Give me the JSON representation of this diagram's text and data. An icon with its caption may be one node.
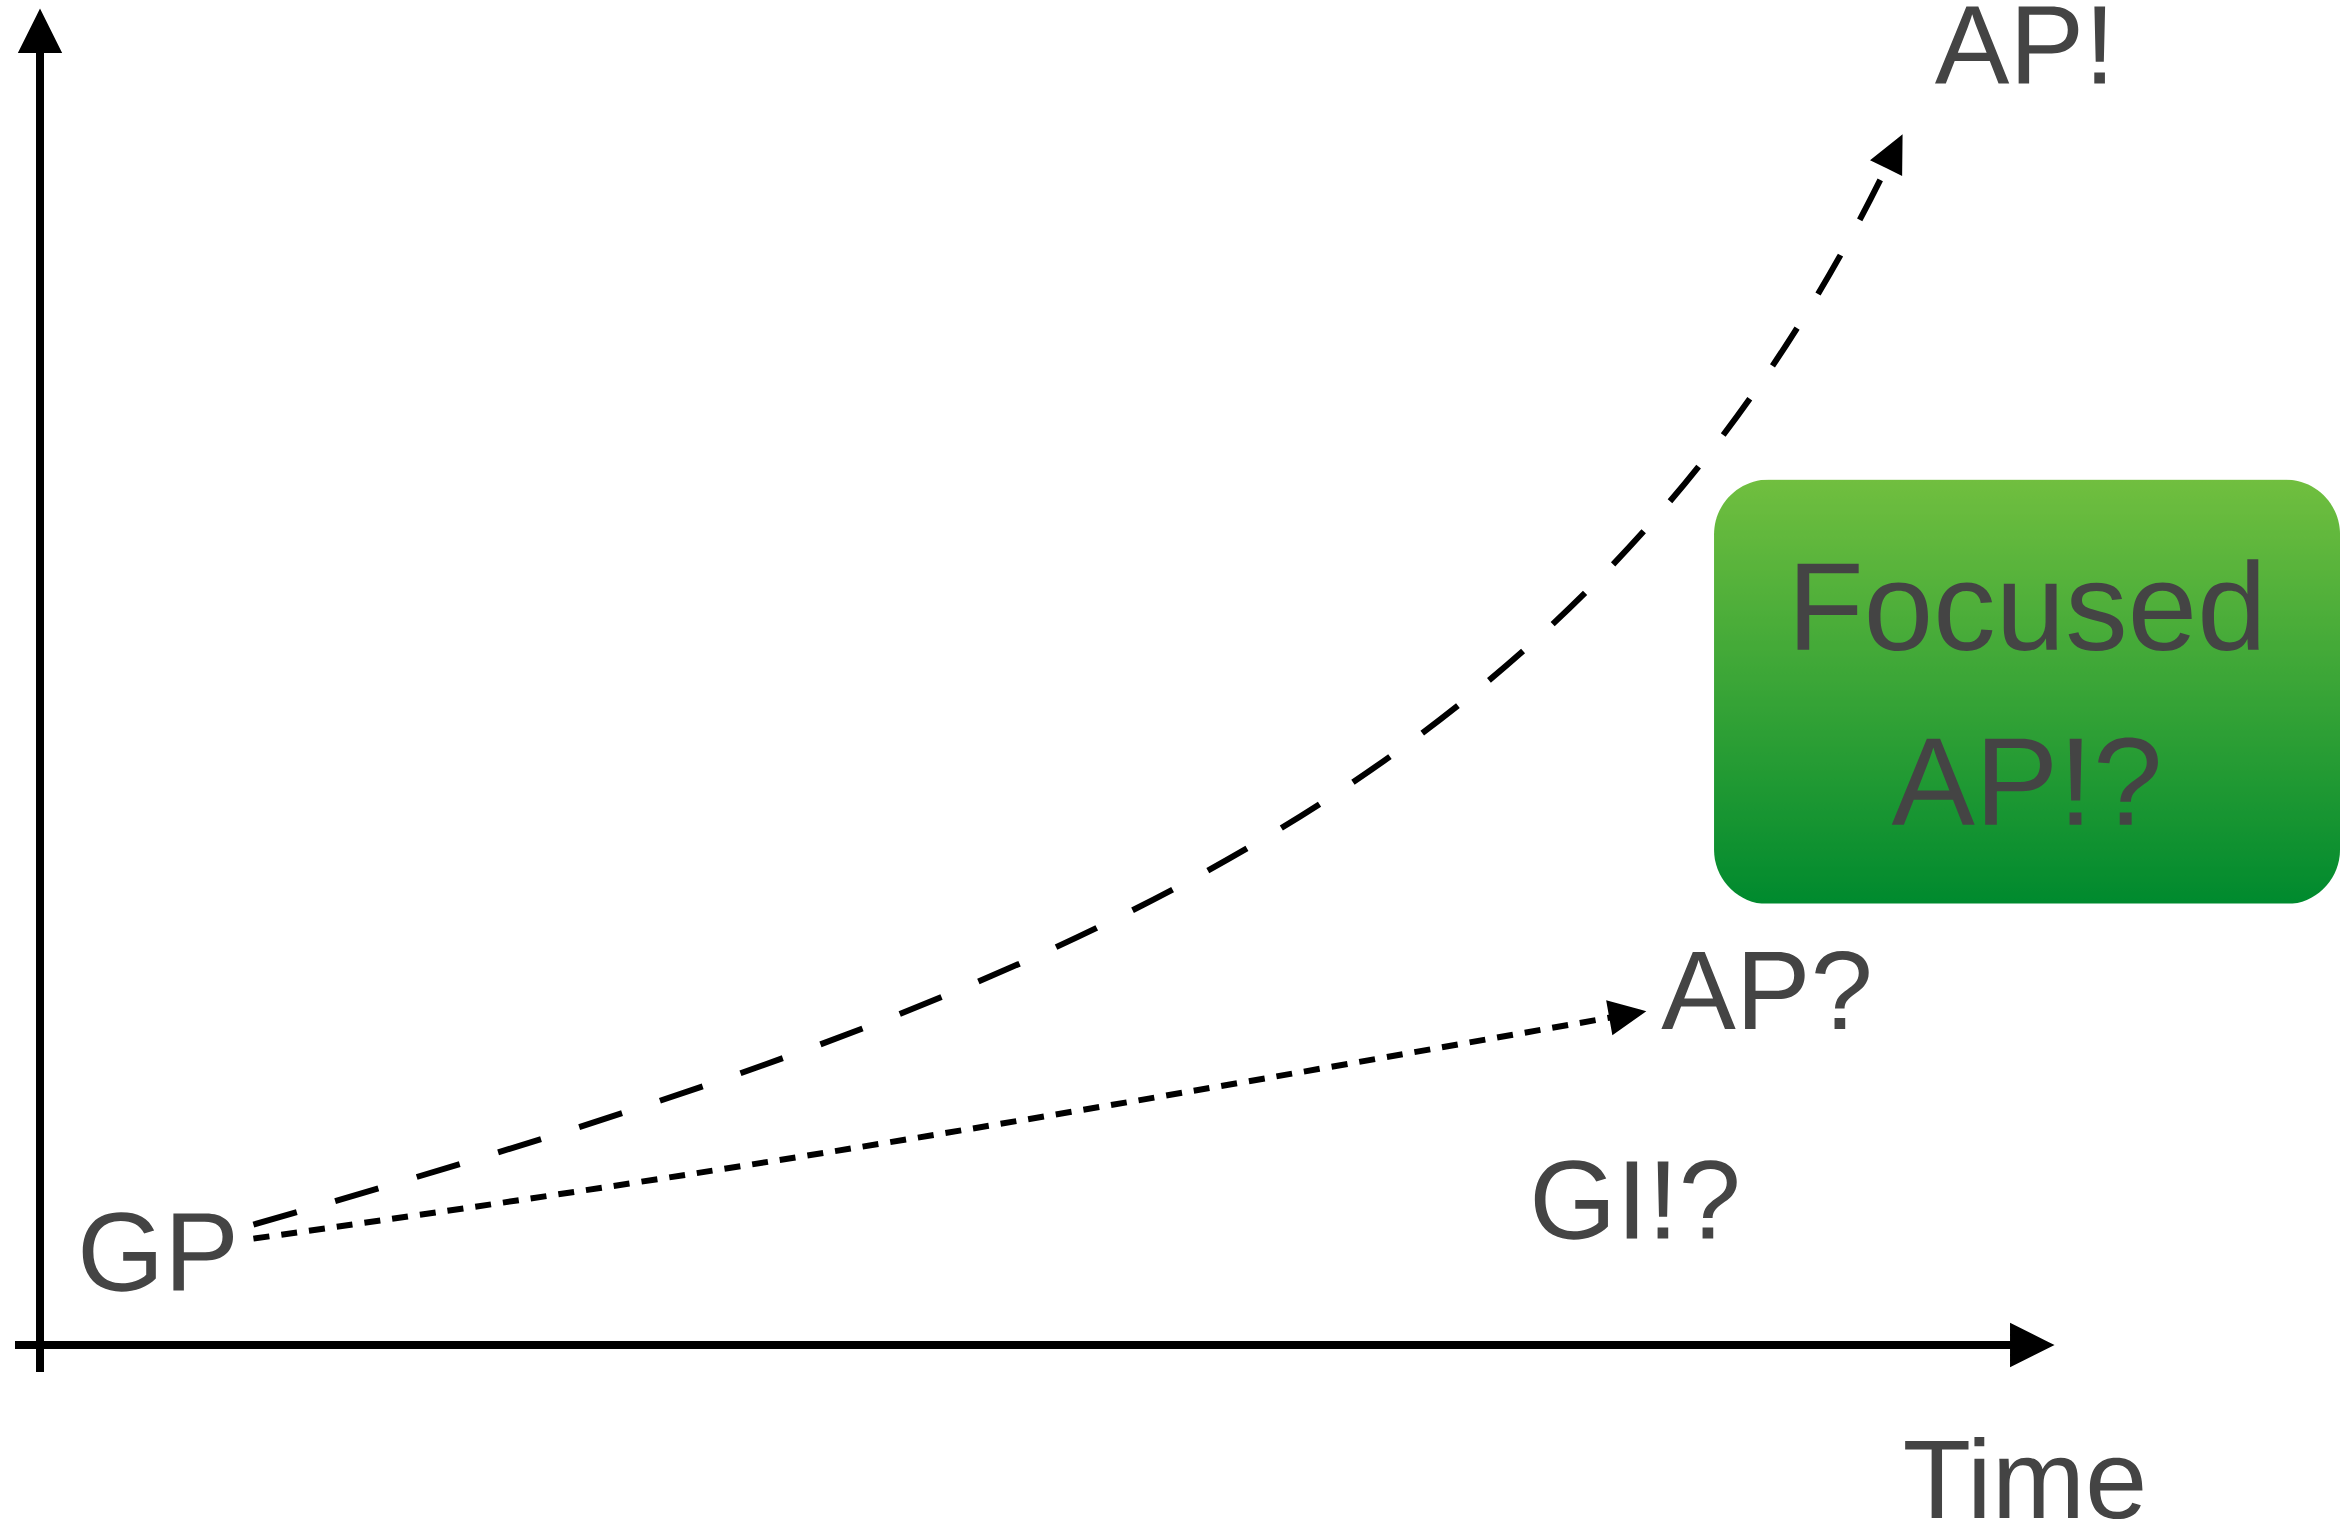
{
  "diagram": {
    "nodes": [
      {
        "text": [
          "GP"
        ]
      },
      {
        "text": [
          "AP!"
        ]
      },
      {
        "text": [
          "AP?"
        ]
      },
      {
        "text": [
          "Focused AP!?"
        ]
      }
    ],
    "edges": [
      {
        "from": 0,
        "to": 1,
        "arrow": "to",
        "style": "dashed"
      },
      {
        "from": 0,
        "to": 2,
        "arrow": "to",
        "style": "dashed"
      }
    ],
    "labels": [
      "GI!?",
      "Time"
    ]
  }
}
